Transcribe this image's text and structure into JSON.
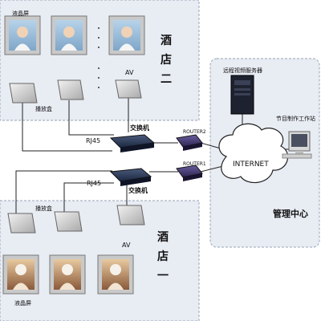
{
  "hotel_two": {
    "title_chars": [
      "酒",
      "店",
      "二"
    ],
    "lcd_label": "液晶屏",
    "player_label": "播放盒",
    "av_label": "AV"
  },
  "hotel_one": {
    "title_chars": [
      "酒",
      "店",
      "一"
    ],
    "lcd_label": "液晶屏",
    "player_label": "播放盒",
    "av_label": "AV"
  },
  "links": {
    "rj45_top": "RJ45",
    "rj45_bottom": "RJ45",
    "switch_top": "交换机",
    "switch_bottom": "交换机",
    "router2": "ROUTER2",
    "router1": "ROUTER1"
  },
  "center": {
    "server_label": "远程视频服务器",
    "workstation_label": "节目制作工作站",
    "internet_label": "INTERNET",
    "title": "管理中心"
  },
  "colors": {
    "zone_fill": "#e8ecf3",
    "zone_border": "#9aa6b8",
    "line": "#222222"
  }
}
